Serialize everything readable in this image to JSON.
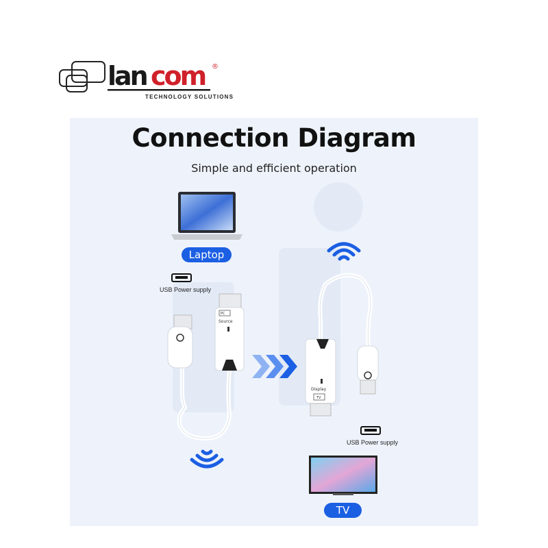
{
  "logo": {
    "brand": "lancom",
    "registered": "®",
    "tagline": "TECHNOLOGY SOLUTIONS"
  },
  "title": "Connection Diagram",
  "subtitle": "Simple and efficient operation",
  "labels": {
    "laptop": "Laptop",
    "tv": "TV",
    "usb_power_left": "USB Power supply",
    "usb_power_right": "USB Power supply"
  },
  "device_labels": {
    "source_tag": "PC",
    "source": "Source",
    "display_tag": "TV",
    "display": "Display"
  },
  "colors": {
    "accent": "#1b5fe3",
    "panel": "#eef3fb",
    "logo_red": "#d0202a"
  }
}
